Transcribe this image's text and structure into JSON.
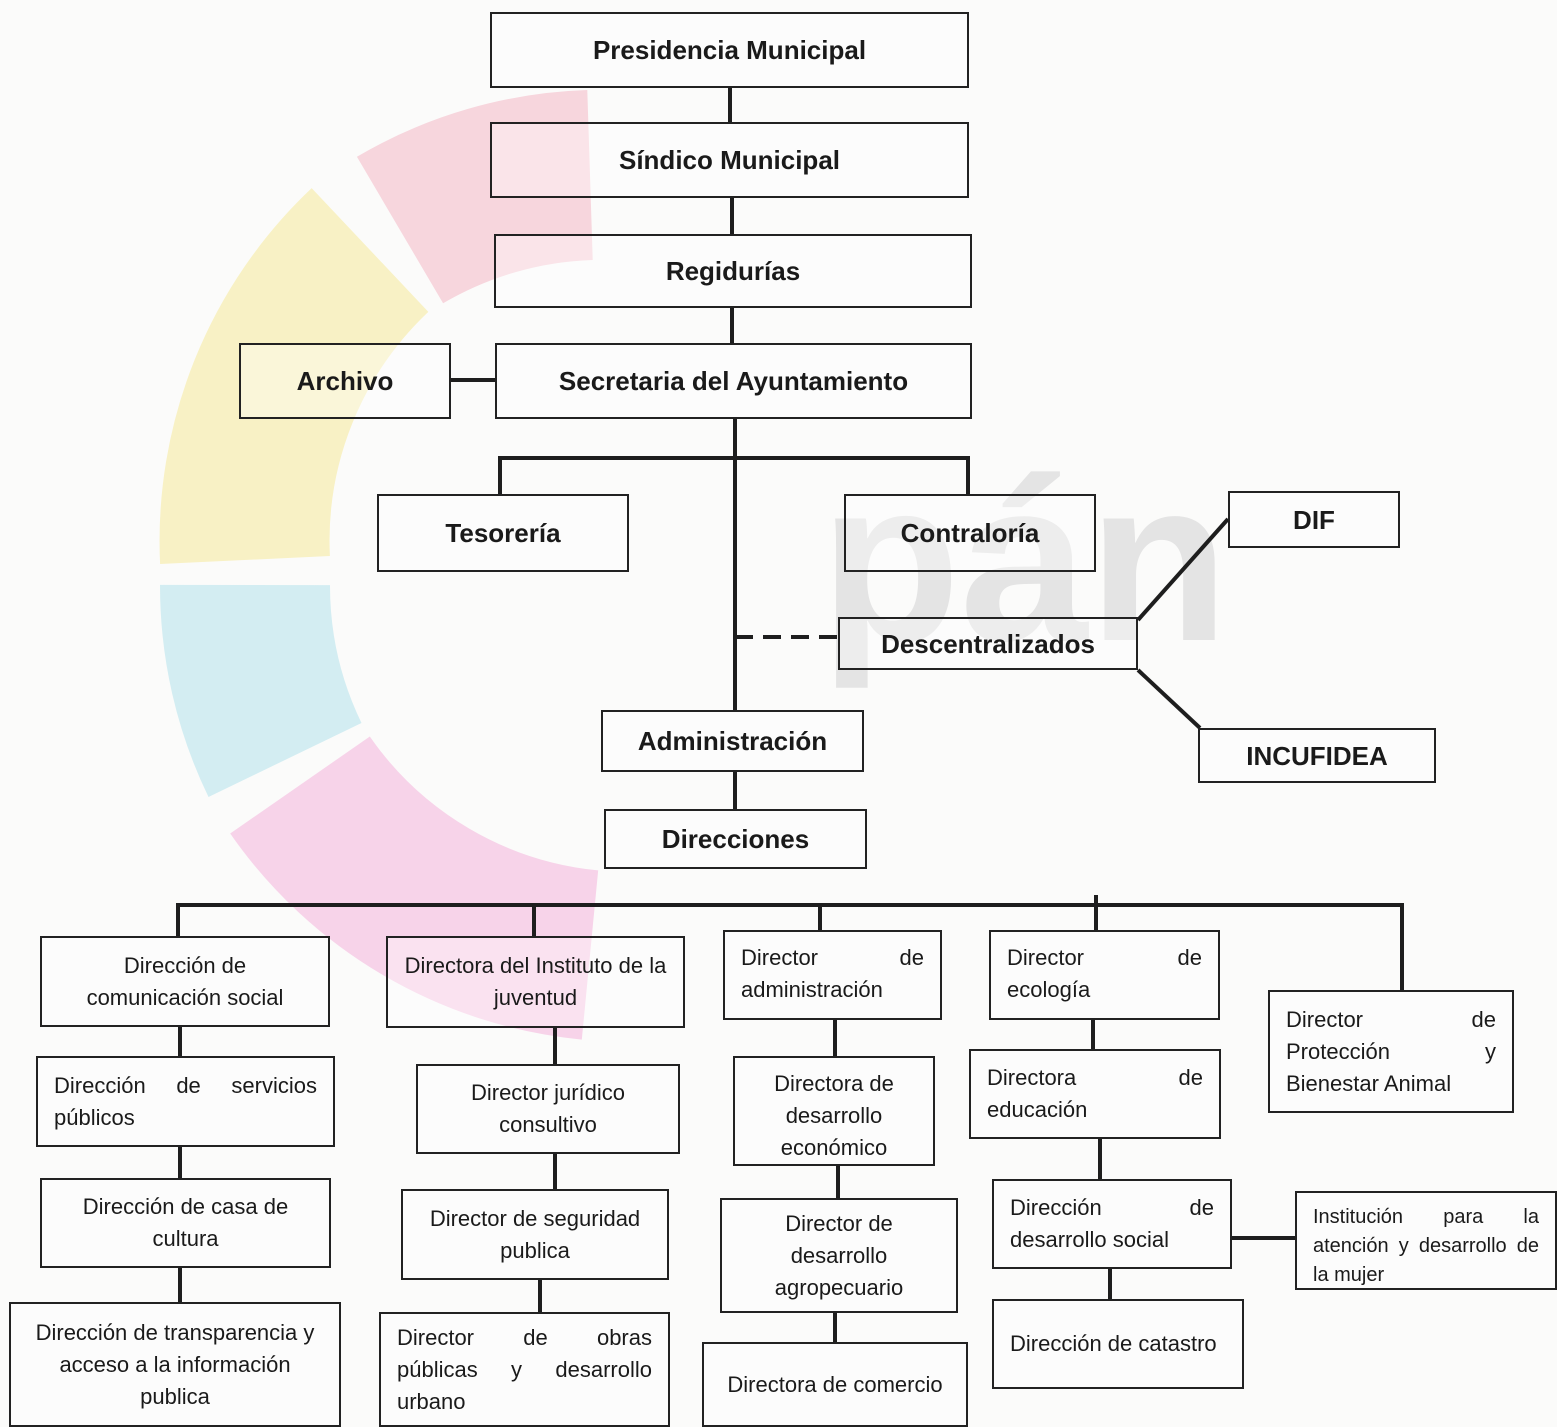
{
  "watermark": {
    "word": "pán",
    "colors": [
      "#f6e58a",
      "#f2a6b8",
      "#a7dde8",
      "#f09ad0"
    ]
  },
  "top_chain": {
    "presidencia": "Presidencia Municipal",
    "sindico": "Síndico Municipal",
    "regidurias": "Regidurías",
    "secretaria": "Secretaria del Ayuntamiento",
    "archivo": "Archivo"
  },
  "middle": {
    "tesoreria": "Tesorería",
    "contraloria": "Contraloría",
    "descentralizados": "Descentralizados",
    "dif": "DIF",
    "incufidea": "INCUFIDEA",
    "administracion": "Administración",
    "direcciones": "Direcciones"
  },
  "columns": {
    "col1": [
      "Dirección de comunicación social",
      "Dirección de servicios públicos",
      "Dirección de casa de cultura",
      "Dirección de transparencia y acceso a la información publica"
    ],
    "col2": [
      "Directora del Instituto de la juventud",
      "Director jurídico consultivo",
      "Director de seguridad publica",
      "Director de obras públicas y desarrollo urbano"
    ],
    "col3": [
      "Director de administración",
      "Directora de desarrollo económico",
      "Director de desarrollo agropecuario",
      "Directora de comercio"
    ],
    "col4": [
      "Director de ecología",
      "Directora de educación",
      "Dirección de desarrollo social",
      "Dirección de catastro"
    ],
    "col5": [
      "Director de Protección y Bienestar Animal"
    ],
    "side": "Institución para la atención y desarrollo de la mujer"
  }
}
